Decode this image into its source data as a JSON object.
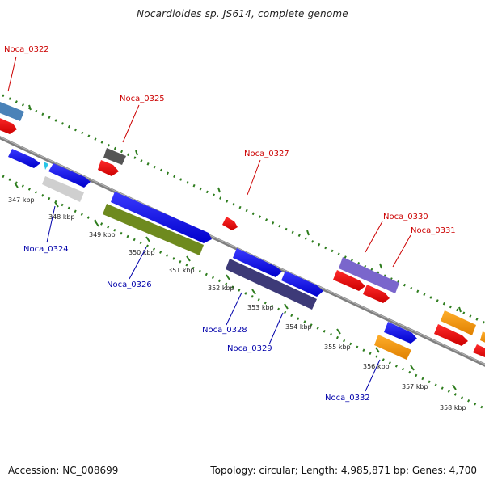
{
  "title": "Nocardioides sp. JS614, complete genome",
  "footer": {
    "accession": "Accession: NC_008699",
    "summary": "Topology: circular; Length: 4,985,871 bp; Genes: 4,700"
  },
  "colors": {
    "backbone": "#8a8a8a",
    "dot_strand": "#2e7d1e",
    "label_forward": "#cc0000",
    "label_reverse": "#0000aa"
  },
  "ticks": [
    "347 kbp",
    "348 kbp",
    "349 kbp",
    "350 kbp",
    "351 kbp",
    "352 kbp",
    "353 kbp",
    "354 kbp",
    "355 kbp",
    "356 kbp",
    "357 kbp",
    "358 kbp"
  ],
  "gene_labels": [
    "Noca_0322",
    "Noca_0324",
    "Noca_0325",
    "Noca_0326",
    "Noca_0327",
    "Noca_0328",
    "Noca_0329",
    "Noca_0330",
    "Noca_0331",
    "Noca_0332"
  ]
}
